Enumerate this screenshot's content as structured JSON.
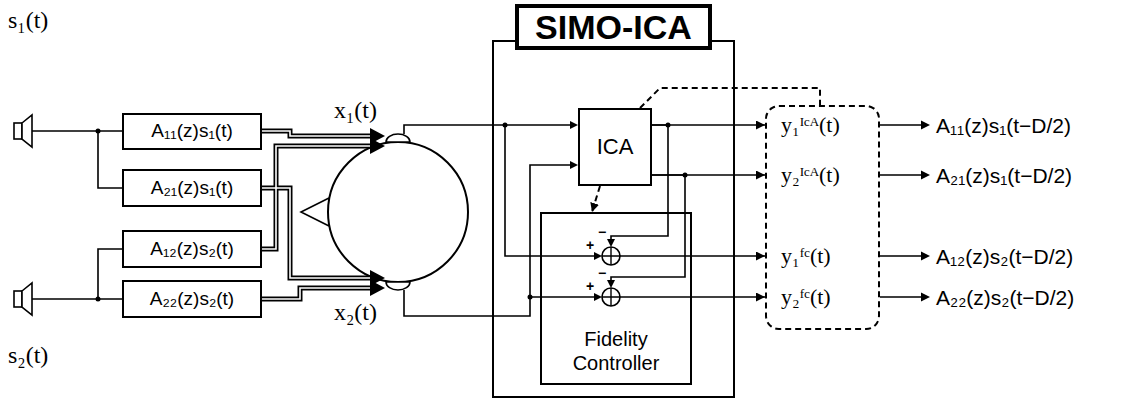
{
  "diagram": {
    "nodes": [
      {
        "text": [
          "A₁₁(z)s₁(t)"
        ]
      },
      {
        "text": [
          "A₂₁(z)s₁(t)"
        ]
      },
      {
        "text": [
          "A₁₂(z)s₂(t)"
        ]
      },
      {
        "text": [
          "A₂₂(z)s₂(t)"
        ]
      },
      {
        "text": [
          "SIMO-ICA"
        ]
      },
      {
        "text": [
          "ICA"
        ],
        "in": 4
      },
      {
        "text": [
          "Fidelity Controller"
        ],
        "in": 4
      },
      {
        "text": [
          "y₁ᴵᶜᴬ(t)",
          "y₂ᴵᶜᴬ(t)",
          "y₁ᶠᶜ(t)",
          "y₂ᶠᶜ(t)"
        ]
      }
    ],
    "edges": [
      {
        "from": 5,
        "to": 7,
        "arrow": "to"
      },
      {
        "from": 5,
        "to": 7,
        "arrow": "to"
      },
      {
        "from": 5,
        "to": 6,
        "arrow": "none"
      },
      {
        "from": 5,
        "to": 6,
        "arrow": "none"
      },
      {
        "from": 6,
        "to": 7,
        "arrow": "to"
      },
      {
        "from": 6,
        "to": 7,
        "arrow": "to"
      },
      {
        "from": 5,
        "to": 7,
        "arrow": "none"
      },
      {
        "from": 5,
        "to": 6,
        "arrow": "to"
      }
    ],
    "labels": [
      "s₁(t)",
      "s₂(t)",
      "x₁(t)",
      "x₂(t)",
      "+",
      "−",
      "+",
      "−",
      "A₁₁(z)s₁(t−D/2)",
      "A₂₁(z)s₁(t−D/2)",
      "A₁₂(z)s₂(t−D/2)",
      "A₂₂(z)s₂(t−D/2)"
    ]
  }
}
